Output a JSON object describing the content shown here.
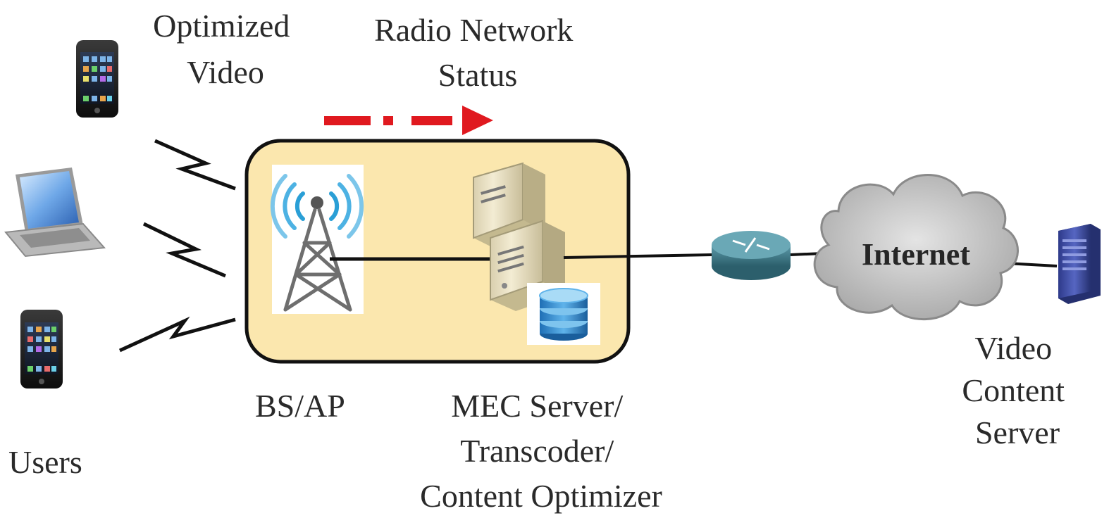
{
  "labels": {
    "optimized_video": [
      "Optimized",
      "Video"
    ],
    "radio_network_status": [
      "Radio Network",
      "Status"
    ],
    "users": "Users",
    "bs_ap": "BS/AP",
    "mec_server": [
      "MEC Server/",
      "Transcoder/",
      "Content Optimizer"
    ],
    "internet": "Internet",
    "video_content_server": [
      "Video",
      "Content",
      "Server"
    ]
  },
  "colors": {
    "mec_box_fill": "#fbe7ae",
    "status_arrow": "#e0191f",
    "cloud_fill": "#c9c9c9",
    "router": "#3f7d8c",
    "server_case": "#ece3c6",
    "content_server": "#3c4aa0",
    "antenna_waves": "#2a9fd6",
    "tower": "#6e6e6e"
  }
}
